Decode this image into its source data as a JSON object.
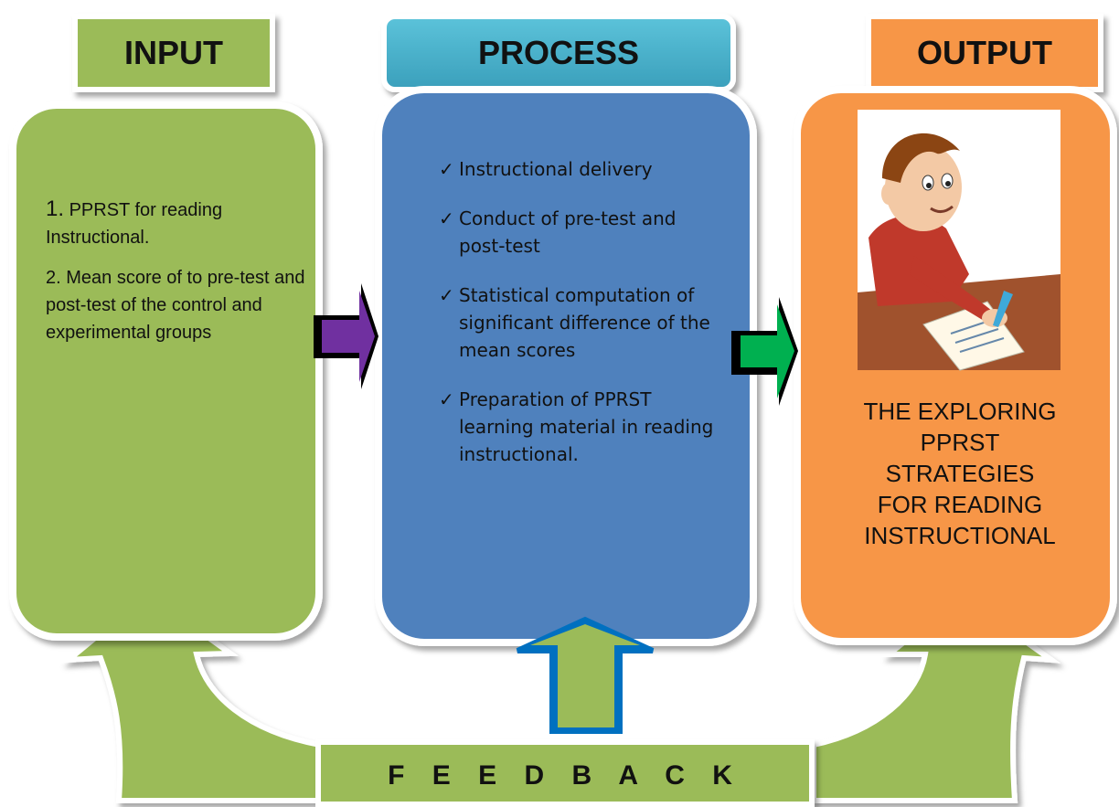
{
  "colors": {
    "input": "#9BBB59",
    "process": "#4F81BD",
    "process_header": "#4BACC6",
    "output": "#F79646",
    "arrow_purple": "#7030A0",
    "arrow_green": "#00B050",
    "feedback": "#9BBB59"
  },
  "input": {
    "header": "INPUT",
    "item1_num": "1.",
    "item1_text": " PPRST for reading Instructional.",
    "item2": "2. Mean score of to pre-test and post-test of the control and experimental groups"
  },
  "process": {
    "header": "PROCESS",
    "check": "✓",
    "items": [
      "Instructional delivery",
      "Conduct of pre-test and post-test",
      "Statistical computation of significant difference of the mean scores",
      "Preparation of PPRST learning material in reading instructional."
    ]
  },
  "output": {
    "header": "OUTPUT",
    "illustration": "boy-writing-icon",
    "title": "THE EXPLORING\nPPRST\nSTRATEGIES\nFOR READING\nINSTRUCTIONAL"
  },
  "feedback": {
    "label": "F E E D B A C K"
  }
}
